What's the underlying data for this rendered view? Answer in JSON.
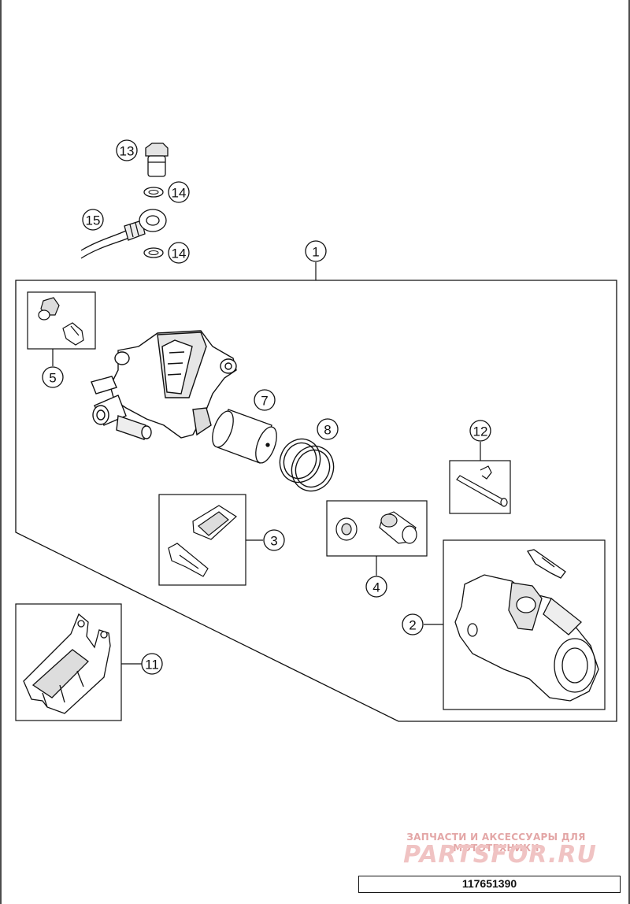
{
  "callouts": [
    {
      "id": "1",
      "label": "1"
    },
    {
      "id": "2",
      "label": "2"
    },
    {
      "id": "3",
      "label": "3"
    },
    {
      "id": "4",
      "label": "4"
    },
    {
      "id": "5",
      "label": "5"
    },
    {
      "id": "7",
      "label": "7"
    },
    {
      "id": "8",
      "label": "8"
    },
    {
      "id": "11",
      "label": "11"
    },
    {
      "id": "12",
      "label": "12"
    },
    {
      "id": "13",
      "label": "13"
    },
    {
      "id": "14a",
      "label": "14"
    },
    {
      "id": "14b",
      "label": "14"
    },
    {
      "id": "15",
      "label": "15"
    }
  ],
  "watermark": {
    "subtitle": "ЗАПЧАСТИ И АКСЕССУАРЫ ДЛЯ МОТОТЕХНИКИ",
    "logo": "PARTSFOR.RU"
  },
  "diagram_code": "117651390",
  "colors": {
    "line": "#111111",
    "watermark": "#e3a6a6",
    "part_fill": "#ffffff",
    "part_shade": "#d9d9d9"
  }
}
